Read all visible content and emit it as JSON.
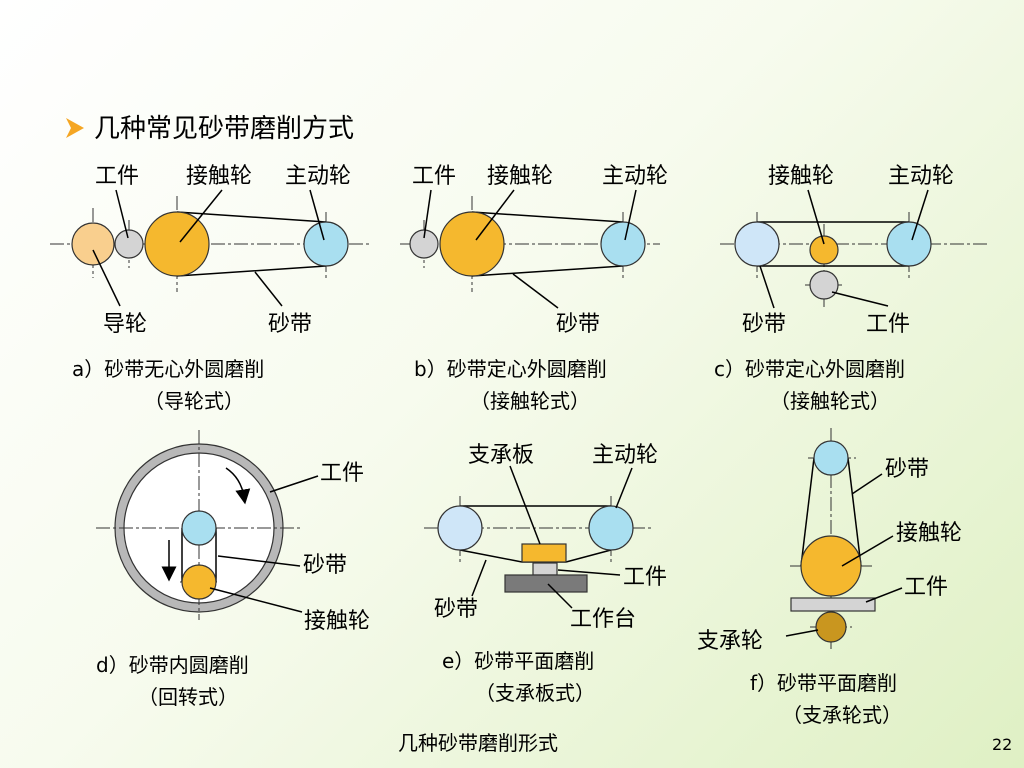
{
  "slide": {
    "heading": "几种常见砂带磨削方式",
    "bottom_caption": "几种砂带磨削形式",
    "page_number": "22"
  },
  "colors": {
    "workpiece": "#d4d4d4",
    "contact_wheel": "#f5b82e",
    "drive_wheel": "#a9dff0",
    "guide_wheel": "#f9cf8e",
    "support_wheel": "#c9961f",
    "heading_text": "#000000"
  },
  "diagrams": {
    "a": {
      "labels": {
        "workpiece": "工件",
        "contact_wheel": "接触轮",
        "drive_wheel": "主动轮",
        "guide_wheel": "导轮",
        "belt": "砂带"
      },
      "caption": [
        "a）砂带无心外圆磨削",
        "（导轮式）"
      ]
    },
    "b": {
      "labels": {
        "workpiece": "工件",
        "contact_wheel": "接触轮",
        "drive_wheel": "主动轮",
        "belt": "砂带"
      },
      "caption": [
        "b）砂带定心外圆磨削",
        "（接触轮式）"
      ]
    },
    "c": {
      "labels": {
        "contact_wheel": "接触轮",
        "drive_wheel": "主动轮",
        "belt": "砂带",
        "workpiece": "工件"
      },
      "caption": [
        "c）砂带定心外圆磨削",
        "（接触轮式）"
      ]
    },
    "d": {
      "labels": {
        "workpiece": "工件",
        "belt": "砂带",
        "contact_wheel": "接触轮"
      },
      "caption": [
        "d）砂带内圆磨削",
        "（回转式）"
      ]
    },
    "e": {
      "labels": {
        "support_plate": "支承板",
        "drive_wheel": "主动轮",
        "workpiece": "工件",
        "belt": "砂带",
        "worktable": "工作台"
      },
      "caption": [
        "e）砂带平面磨削",
        "（支承板式）"
      ]
    },
    "f": {
      "labels": {
        "belt": "砂带",
        "contact_wheel": "接触轮",
        "workpiece": "工件",
        "support_wheel": "支承轮"
      },
      "caption": [
        "f）砂带平面磨削",
        "（支承轮式）"
      ]
    }
  }
}
